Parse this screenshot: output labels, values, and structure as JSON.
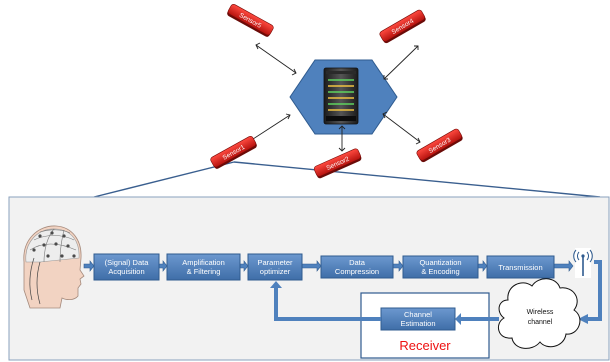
{
  "hub": {
    "icon": "server-icon"
  },
  "sensors": [
    {
      "label": "Sensor1"
    },
    {
      "label": "Sensor2"
    },
    {
      "label": "Sensor3"
    },
    {
      "label": "Sensor4"
    },
    {
      "label": "Sensor5"
    }
  ],
  "pipeline": {
    "head_icon": "head-electrodes-icon",
    "blocks": [
      {
        "id": "acq",
        "lines": [
          "(Signal) Data",
          "Acquisition"
        ]
      },
      {
        "id": "amp",
        "lines": [
          "Amplification",
          "& Filtering"
        ]
      },
      {
        "id": "param",
        "lines": [
          "Parameter",
          "optimizer"
        ]
      },
      {
        "id": "comp",
        "lines": [
          "Data",
          "Compression"
        ]
      },
      {
        "id": "quant",
        "lines": [
          "Quantization",
          "& Encoding"
        ]
      },
      {
        "id": "trans",
        "lines": [
          "Transmission"
        ]
      }
    ],
    "antenna_icon": "antenna-icon",
    "channel_estimation": [
      "Channel",
      "Estimation"
    ],
    "wireless_channel": [
      "Wireless",
      "channel"
    ],
    "receiver_label": "Receiver"
  },
  "colors": {
    "block_fill": "#4f81bd",
    "block_stroke": "#2f5b8f",
    "hub_fill": "#4f81bd",
    "sensor_fill": "#e0201b",
    "panel_fill": "#f2f2f2",
    "receiver_text": "#ee1111"
  }
}
